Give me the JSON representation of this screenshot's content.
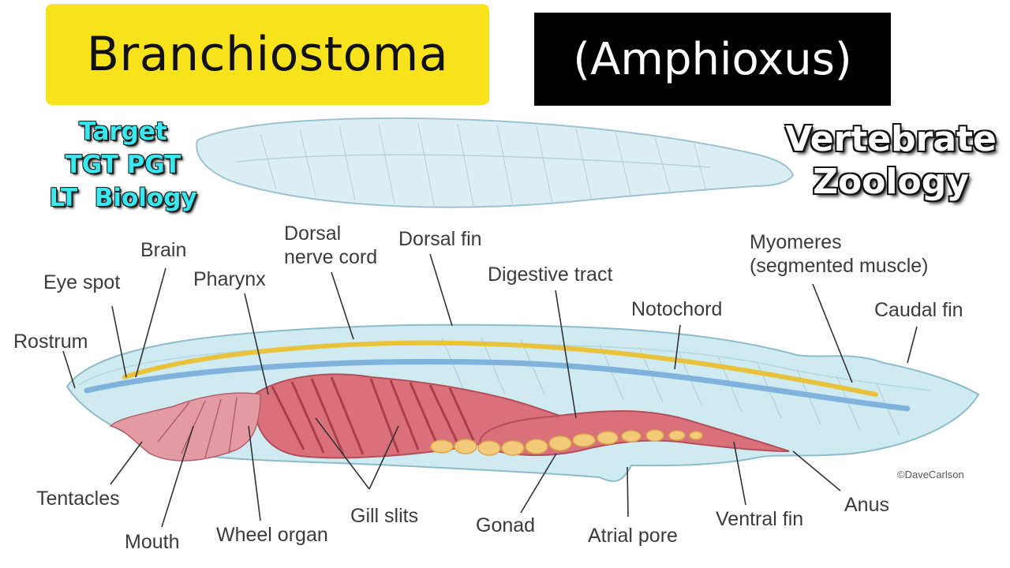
{
  "title": "Branchiostoma",
  "subtitle": "(Amphioxus)",
  "target_lines": [
    "Target",
    "TGT PGT",
    "LT  Biology"
  ],
  "subject_lines": [
    "Vertebrate",
    "Zoology"
  ],
  "labels": {
    "brain": "Brain",
    "dorsal_nerve_cord_1": "Dorsal",
    "dorsal_nerve_cord_2": "nerve cord",
    "dorsal_fin": "Dorsal fin",
    "myomeres_1": "Myomeres",
    "myomeres_2": "(segmented muscle)",
    "eye_spot": "Eye spot",
    "pharynx": "Pharynx",
    "digestive_tract": "Digestive tract",
    "notochord": "Notochord",
    "caudal_fin": "Caudal fin",
    "rostrum": "Rostrum",
    "tentacles": "Tentacles",
    "mouth": "Mouth",
    "wheel_organ": "Wheel organ",
    "gill_slits": "Gill slits",
    "gonad": "Gonad",
    "atrial_pore": "Atrial pore",
    "ventral_fin": "Ventral fin",
    "anus": "Anus"
  },
  "credit": "©DaveCarlson",
  "colors": {
    "title_bg": "#f7e21b",
    "subtitle_bg": "#000000",
    "target_text": "#37e8ee",
    "body_fill": "#cfeaf0",
    "nerve_cord": "#e8c23a",
    "notochord": "#7fb3dc",
    "pharynx": "#d9707a",
    "gonad": "#f3c97a"
  }
}
